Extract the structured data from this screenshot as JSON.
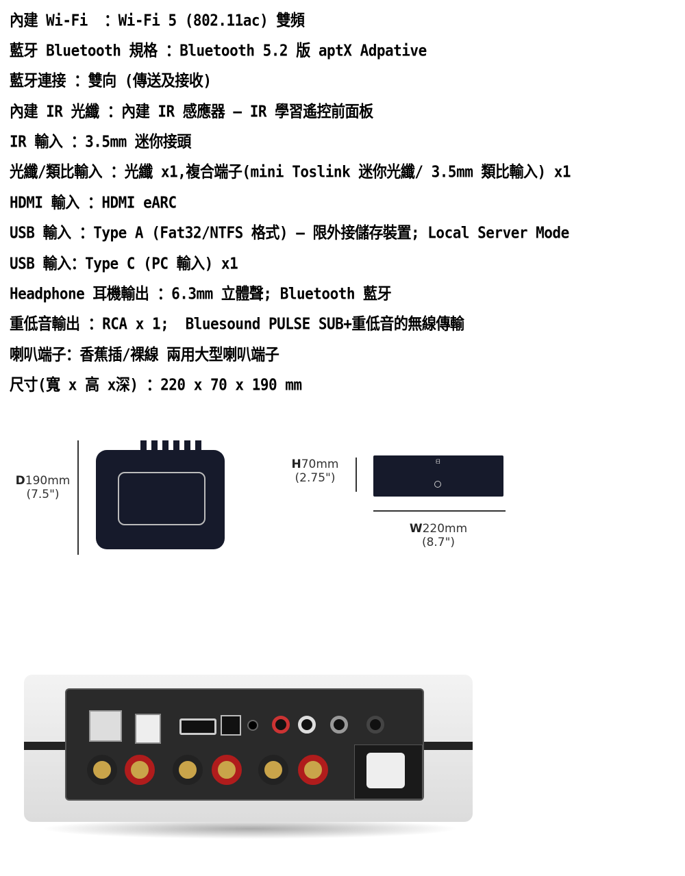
{
  "specs": [
    "內建 Wi-Fi  ：Wi-Fi 5 (802.11ac) 雙頻",
    "藍牙 Bluetooth 規格 ：Bluetooth 5.2 版 aptX Adpative",
    "藍牙連接 ：雙向 (傳送及接收)",
    "內建 IR 光纖 ：內建 IR 感應器 – IR 學習遙控前面板",
    "IR 輸入 ：3.5mm 迷你接頭",
    "光纖/類比輸入 ：光纖 x1,複合端子(mini Toslink 迷你光纖/ 3.5mm 類比輸入) x1",
    "HDMI 輸入 ：HDMI eARC",
    "USB 輸入 ：Type A (Fat32/NTFS 格式) – 限外接儲存裝置; Local Server Mode",
    "USB 輸入：Type C (PC 輸入) x1",
    "Headphone 耳機輸出 ：6.3mm 立體聲; Bluetooth 藍牙",
    "重低音輸出 ：RCA x 1;  Bluesound PULSE SUB+重低音的無線傳輸",
    "喇叭端子：香蕉插/裸線 兩用大型喇叭端子",
    "尺寸(寬 x 高 x深) ：220 x 70 x 190 mm"
  ],
  "dimensions": {
    "depth": {
      "letter": "D",
      "value": "190mm",
      "inches": "(7.5\")"
    },
    "height": {
      "letter": "H",
      "value": "70mm",
      "inches": "(2.75\")"
    },
    "width": {
      "letter": "W",
      "value": "220mm",
      "inches": "(8.7\")"
    }
  }
}
